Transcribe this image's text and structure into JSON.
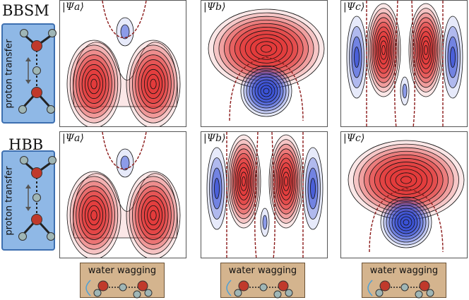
{
  "rows": [
    {
      "label": "BBSM",
      "side_text": "proton transfer"
    },
    {
      "label": "HBB",
      "side_text": "proton transfer"
    }
  ],
  "panels": [
    {
      "label": "|Ψa⟩",
      "pattern": "a"
    },
    {
      "label": "|Ψb⟩",
      "pattern": "b"
    },
    {
      "label": "|Ψc⟩",
      "pattern": "c"
    },
    {
      "label": "|Ψa⟩",
      "pattern": "a"
    },
    {
      "label": "|Ψb⟩",
      "pattern": "c"
    },
    {
      "label": "|Ψc⟩",
      "pattern": "b"
    }
  ],
  "bottom": [
    {
      "text": "water wagging"
    },
    {
      "text": "water wagging"
    },
    {
      "text": "water wagging"
    }
  ],
  "colors": {
    "positive": "#e23b3b",
    "negative": "#3a52d6",
    "node_line": "#8b1a1a",
    "box_blue": "#8fb8e6",
    "box_tan": "#d4b48e",
    "oxygen": "#c0392b",
    "hydrogen": "#9fb6b6"
  }
}
